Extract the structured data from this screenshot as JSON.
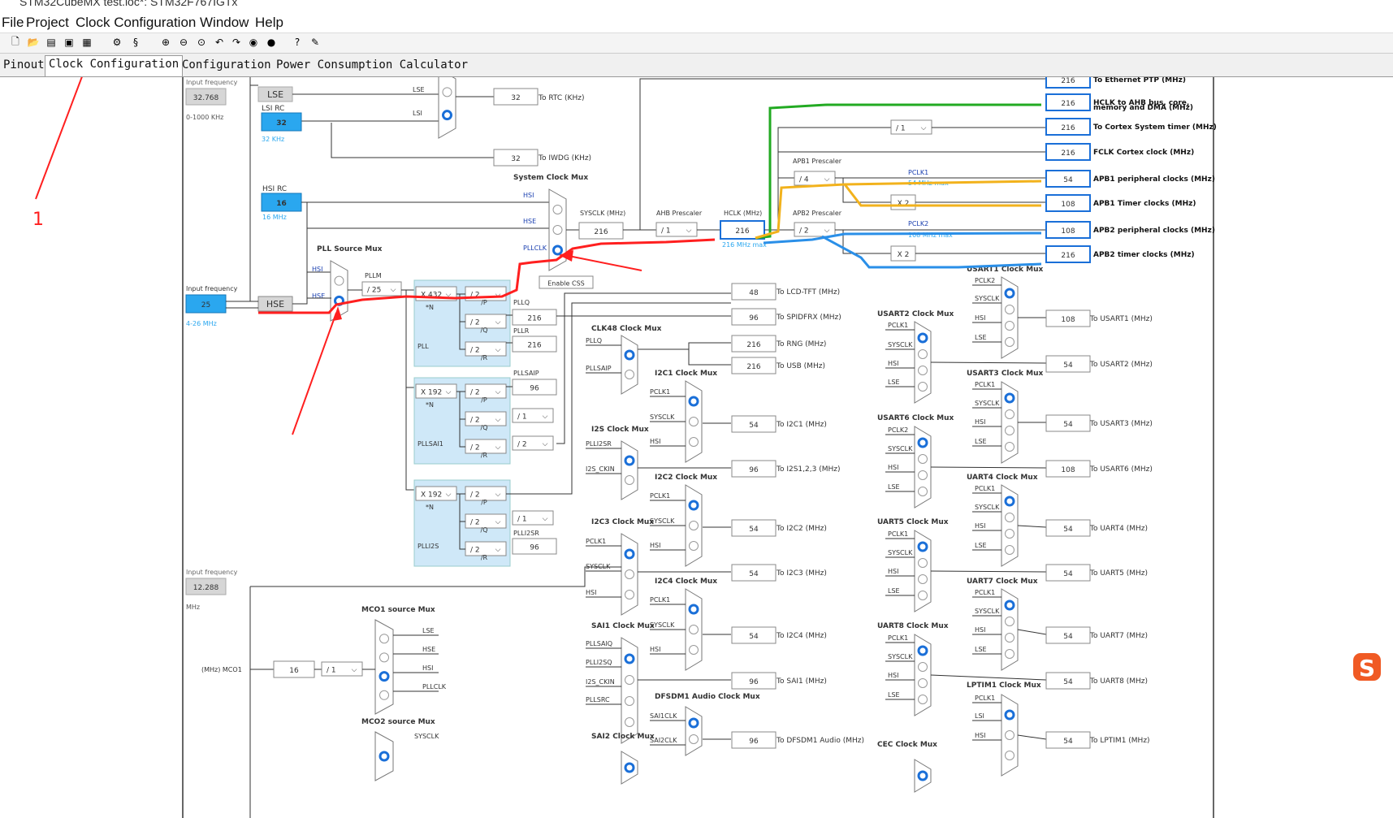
{
  "window": {
    "title": "STM32CubeMX test.ioc*: STM32F767IGTx"
  },
  "menu": [
    "File",
    "Project",
    "Clock Configuration",
    "Window",
    "Help"
  ],
  "toolbar_icons": [
    "new-file-icon",
    "open-folder-icon",
    "recent-files-icon",
    "save-icon",
    "save-as-icon",
    "generate-code-icon",
    "script-icon",
    "zoom-in-icon",
    "zoom-out-icon",
    "zoom-fit-icon",
    "undo-icon",
    "redo-icon",
    "reset-icon",
    "clear-icon",
    "help-icon",
    "about-icon"
  ],
  "tabs": [
    "Pinout",
    "Clock Configuration",
    "Configuration",
    "Power Consumption Calculator"
  ],
  "annotation": {
    "number": "1",
    "color": "#ff2020"
  },
  "colors": {
    "active_box": "#2aa7ef",
    "pll_block": "#cfe8f8",
    "path_red": "#ff1f1f",
    "path_green": "#22aa22",
    "path_orange": "#f2b21c",
    "path_blue": "#2a8fe8",
    "output_border": "#1a6fd8"
  },
  "sources": {
    "lse": {
      "input_label": "Input frequency",
      "input_value": "32.768",
      "range": "0-1000 KHz",
      "name": "LSE"
    },
    "lsi": {
      "name": "LSI RC",
      "value": "32",
      "sub": "32 KHz"
    },
    "hsi": {
      "name": "HSI RC",
      "value": "16",
      "sub": "16 MHz"
    },
    "hse": {
      "input_label": "Input frequency",
      "value": "25",
      "range": "4-26 MHz",
      "name": "HSE"
    },
    "i2s_ext": {
      "input_label": "Input frequency",
      "value": "12.288",
      "unit": "MHz"
    }
  },
  "rtc": {
    "mux_labels": [
      "LSE",
      "LSI"
    ],
    "rtc_value": "32",
    "rtc_label": "To RTC (KHz)",
    "iwdg_value": "32",
    "iwdg_label": "To IWDG (KHz)"
  },
  "pll": {
    "source_mux_title": "PLL Source Mux",
    "mux_labels": [
      "HSI",
      "HSE"
    ],
    "pllm_label": "PLLM",
    "pllm": "/ 25",
    "main": {
      "name": "PLL",
      "n": "X 432",
      "n_label": "*N",
      "p": "/ 2",
      "p_label": "/P",
      "q": "/ 2",
      "q_label": "/Q",
      "r": "/ 2",
      "r_label": "/R",
      "q_out_label": "PLLQ",
      "q_out": "216",
      "r_out_label": "PLLR",
      "r_out": "216"
    },
    "sai1": {
      "name": "PLLSAI1",
      "n": "X 192",
      "n_label": "*N",
      "p": "/ 2",
      "p_label": "/P",
      "q": "/ 2",
      "q_label": "/Q",
      "r": "/ 2",
      "r_label": "/R",
      "p_out_label": "PLLSAIP",
      "p_out": "96",
      "q_div2": "/ 1",
      "r_div2": "/ 2"
    },
    "i2s": {
      "name": "PLLI2S",
      "n": "X 192",
      "n_label": "*N",
      "p": "/ 2",
      "p_label": "/P",
      "q": "/ 2",
      "q_label": "/Q",
      "r": "/ 2",
      "r_label": "/R",
      "q_div2": "/ 1",
      "r_out_label": "PLLI2SR",
      "r_out": "96"
    }
  },
  "system": {
    "mux_title": "System Clock Mux",
    "mux_labels": [
      "HSI",
      "HSE",
      "PLLCLK"
    ],
    "enable_css": "Enable CSS",
    "sysclk_label": "SYSCLK (MHz)",
    "sysclk": "216",
    "ahb_label": "AHB Prescaler",
    "ahb": "/ 1",
    "hclk_label": "HCLK (MHz)",
    "hclk": "216",
    "hclk_max": "216 MHz max",
    "cortex_div": "/ 1",
    "apb1_label": "APB1 Prescaler",
    "apb1": "/ 4",
    "pclk1": "PCLK1",
    "pclk1_max": "54 MHz max",
    "apb2_label": "APB2 Prescaler",
    "apb2": "/ 2",
    "pclk2": "PCLK2",
    "pclk2_max": "108 MHz max",
    "x2": "X 2"
  },
  "outputs": [
    {
      "value": "216",
      "label": "To Ethernet PTP (MHz)"
    },
    {
      "value": "216",
      "label": "HCLK to AHB bus, core,"
    },
    {
      "value": "216",
      "label": "To Cortex System timer (MHz)"
    },
    {
      "value": "216",
      "label": "FCLK Cortex clock (MHz)"
    },
    {
      "value": "54",
      "label": "APB1 peripheral clocks (MHz)"
    },
    {
      "value": "108",
      "label": "APB1 Timer clocks (MHz)"
    },
    {
      "value": "108",
      "label": "APB2 peripheral clocks (MHz)"
    },
    {
      "value": "216",
      "label": "APB2 timer clocks (MHz)"
    }
  ],
  "hclk_sub": "memory and DMA (MHz)",
  "mid_outputs": [
    {
      "value": "48",
      "label": "To LCD-TFT (MHz)"
    },
    {
      "value": "96",
      "label": "To SPIDFRX (MHz)"
    },
    {
      "value": "216",
      "label": "To RNG (MHz)"
    },
    {
      "value": "216",
      "label": "To USB (MHz)"
    },
    {
      "value": "54",
      "label": "To I2C1 (MHz)"
    },
    {
      "value": "96",
      "label": "To I2S1,2,3 (MHz)"
    },
    {
      "value": "54",
      "label": "To I2C2 (MHz)"
    },
    {
      "value": "54",
      "label": "To I2C3 (MHz)"
    },
    {
      "value": "54",
      "label": "To I2C4 (MHz)"
    },
    {
      "value": "96",
      "label": "To SAI1 (MHz)"
    },
    {
      "value": "96",
      "label": "To DFSDM1 Audio (MHz)"
    }
  ],
  "mid_muxes": [
    {
      "title": "CLK48 Clock Mux",
      "inputs": [
        "PLLQ",
        "PLLSAIP"
      ]
    },
    {
      "title": "I2C1 Clock Mux",
      "inputs": [
        "PCLK1",
        "SYSCLK",
        "HSI"
      ]
    },
    {
      "title": "I2S Clock Mux",
      "inputs": [
        "PLLI2SR",
        "I2S_CKIN"
      ]
    },
    {
      "title": "I2C2 Clock Mux",
      "inputs": [
        "PCLK1",
        "SYSCLK",
        "HSI"
      ]
    },
    {
      "title": "I2C3 Clock Mux",
      "inputs": [
        "PCLK1",
        "SYSCLK",
        "HSI"
      ]
    },
    {
      "title": "I2C4 Clock Mux",
      "inputs": [
        "PCLK1",
        "SYSCLK",
        "HSI"
      ]
    },
    {
      "title": "SAI1 Clock Mux",
      "inputs": [
        "PLLSAIQ",
        "PLLI2SQ",
        "I2S_CKIN",
        "PLLSRC"
      ]
    },
    {
      "title": "DFSDM1 Audio Clock Mux",
      "inputs": [
        "SAI1CLK",
        "SAI2CLK"
      ]
    },
    {
      "title": "SAI2 Clock Mux",
      "inputs": []
    }
  ],
  "right_outputs": [
    {
      "value": "108",
      "label": "To USART1 (MHz)"
    },
    {
      "value": "54",
      "label": "To USART2 (MHz)"
    },
    {
      "value": "54",
      "label": "To USART3 (MHz)"
    },
    {
      "value": "108",
      "label": "To USART6 (MHz)"
    },
    {
      "value": "54",
      "label": "To UART4 (MHz)"
    },
    {
      "value": "54",
      "label": "To UART5 (MHz)"
    },
    {
      "value": "54",
      "label": "To UART7 (MHz)"
    },
    {
      "value": "54",
      "label": "To UART8 (MHz)"
    },
    {
      "value": "54",
      "label": "To LPTIM1 (MHz)"
    }
  ],
  "right_muxes": [
    {
      "title": "USART1 Clock Mux",
      "inputs": [
        "PCLK2",
        "SYSCLK",
        "HSI",
        "LSE"
      ]
    },
    {
      "title": "USART2 Clock Mux",
      "inputs": [
        "PCLK1",
        "SYSCLK",
        "HSI",
        "LSE"
      ]
    },
    {
      "title": "USART3 Clock Mux",
      "inputs": [
        "PCLK1",
        "SYSCLK",
        "HSI",
        "LSE"
      ]
    },
    {
      "title": "USART6 Clock Mux",
      "inputs": [
        "PCLK2",
        "SYSCLK",
        "HSI",
        "LSE"
      ]
    },
    {
      "title": "UART4 Clock Mux",
      "inputs": [
        "PCLK1",
        "SYSCLK",
        "HSI",
        "LSE"
      ]
    },
    {
      "title": "UART5 Clock Mux",
      "inputs": [
        "PCLK1",
        "SYSCLK",
        "HSI",
        "LSE"
      ]
    },
    {
      "title": "UART7 Clock Mux",
      "inputs": [
        "PCLK1",
        "SYSCLK",
        "HSI",
        "LSE"
      ]
    },
    {
      "title": "UART8 Clock Mux",
      "inputs": [
        "PCLK1",
        "SYSCLK",
        "HSI",
        "LSE"
      ]
    },
    {
      "title": "LPTIM1 Clock Mux",
      "inputs": [
        "PCLK1",
        "LSI",
        "HSI"
      ]
    },
    {
      "title": "CEC Clock Mux",
      "inputs": []
    }
  ],
  "mco": {
    "mco1_title": "MCO1 source Mux",
    "mco1_inputs": [
      "LSE",
      "HSE",
      "HSI",
      "PLLCLK"
    ],
    "mco1_label": "(MHz) MCO1",
    "mco1_value": "16",
    "mco1_div": "/ 1",
    "mco2_title": "MCO2 source Mux",
    "mco2_inputs": [
      "SYSCLK"
    ]
  }
}
